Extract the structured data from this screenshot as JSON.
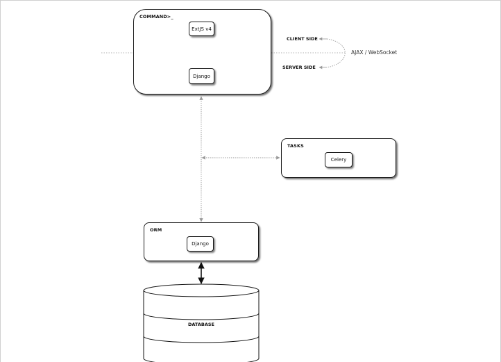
{
  "command": {
    "label": "COMMAND>_",
    "client_node": "ExtJS v4",
    "server_node": "Django"
  },
  "sides": {
    "client": "CLIENT SIDE",
    "server": "SERVER SIDE",
    "protocol": "AJAX / WebSocket"
  },
  "tasks": {
    "label": "TASKS",
    "node": "Celery"
  },
  "orm": {
    "label": "ORM",
    "node": "Django"
  },
  "database": {
    "label": "DATABASE"
  },
  "colors": {
    "dotted_connector": "#999999",
    "solid_connector": "#111111",
    "border": "#1a1a1a"
  }
}
